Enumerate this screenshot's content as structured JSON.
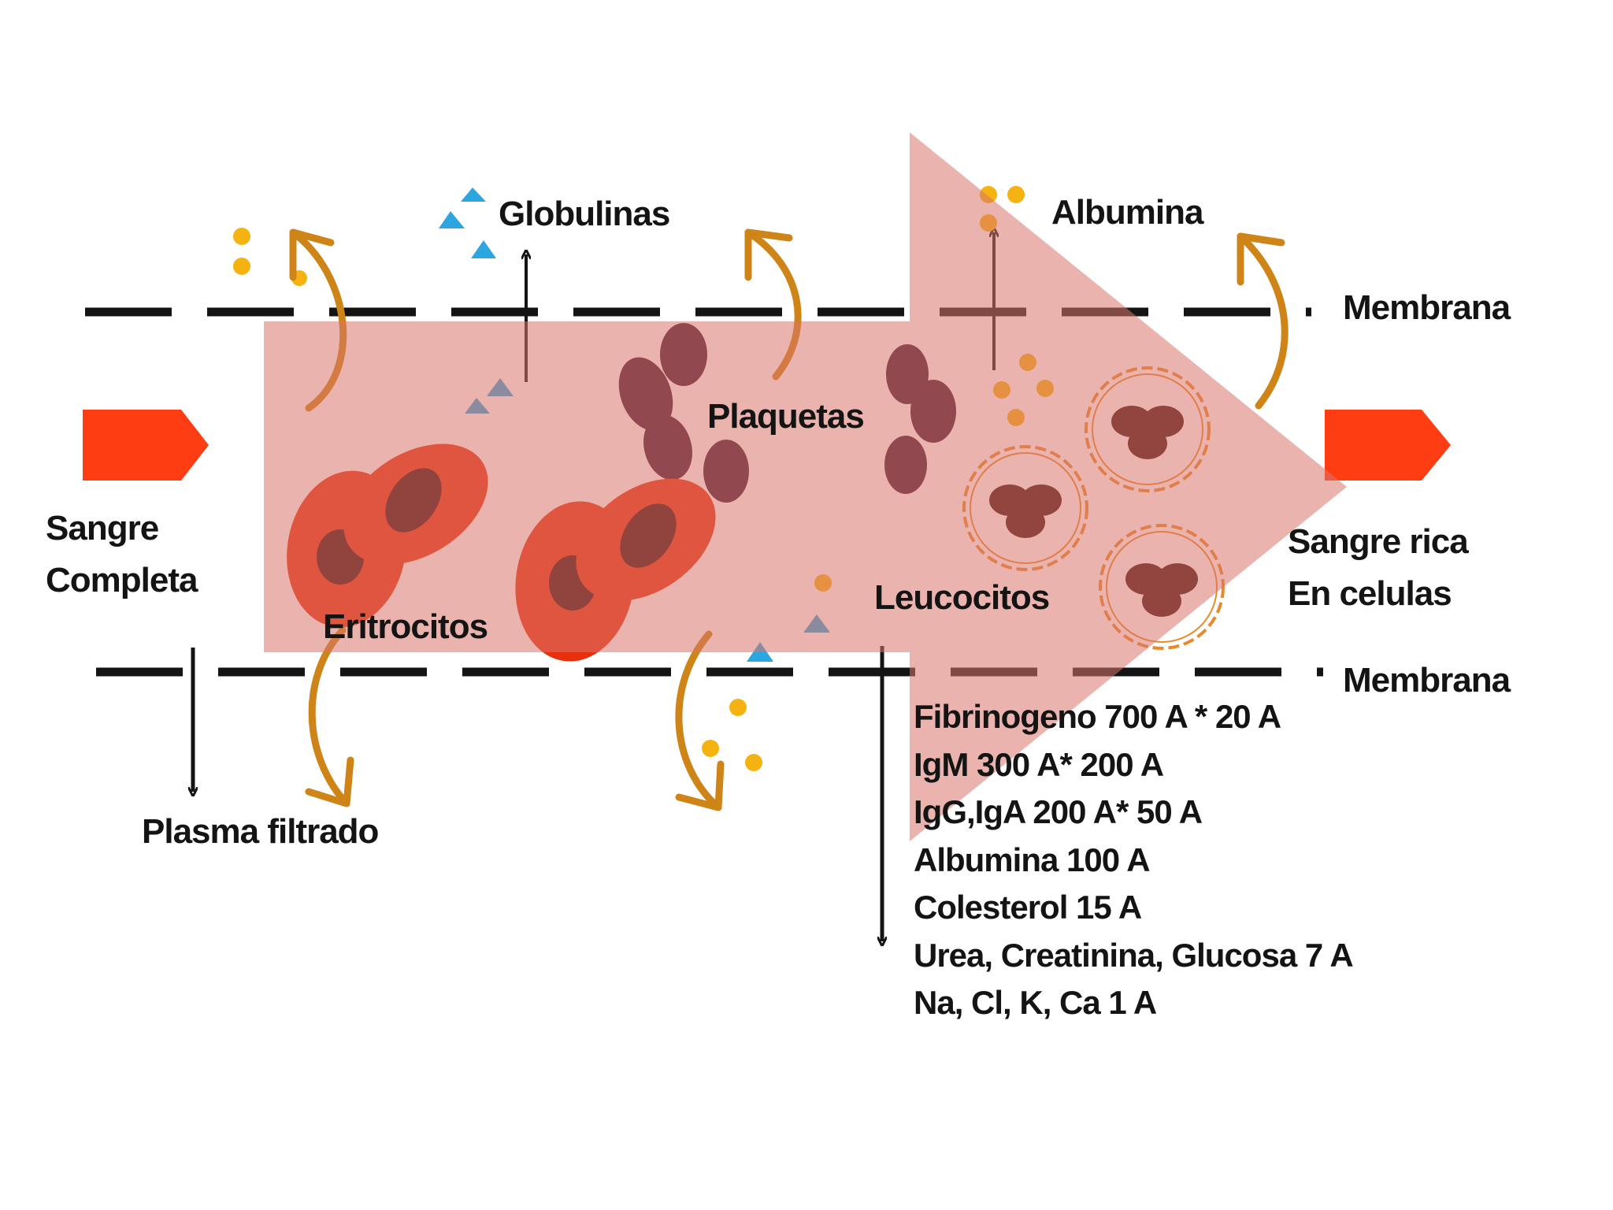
{
  "labels": {
    "globulinas": "Globulinas",
    "albumina_top": "Albumina",
    "membrana_top": "Membrana",
    "membrana_bottom": "Membrana",
    "sangre_completa": [
      "Sangre",
      "Completa"
    ],
    "sangre_rica": [
      "Sangre rica",
      "En celulas"
    ],
    "plaquetas": "Plaquetas",
    "eritrocitos": "Eritrocitos",
    "leucocitos": "Leucocitos",
    "plasma_filtrado": "Plasma filtrado"
  },
  "molecule_sizes": [
    "Fibrinogeno 700 A * 20 A",
    "IgM 300 A* 200 A",
    "IgG,IgA 200 A* 50 A",
    "Albumina  100 A",
    "Colesterol  15 A",
    "Urea, Creatinina,  Glucosa 7 A",
    "Na, Cl, K, Ca 1 A"
  ],
  "colors": {
    "big_arrow_overlay": "#d9746a",
    "inflow_arrow": "#ff3d12",
    "erythrocyte": "#e8300c",
    "erythrocyte_nucleus": "#3a0a0a",
    "platelet": "#3d1230",
    "leukocyte_outline": "#e88a2a",
    "leukocyte_nucleus": "#3d0a0a",
    "albumin_dot": "#f5b312",
    "globulin_triangle": "#2ca6df",
    "curved_arrow": "#cf8418",
    "membrane": "#141414"
  },
  "icons": {
    "flow_in": "pentagon-arrow-icon",
    "flow_out": "pentagon-arrow-icon",
    "globulin": "triangle-icon",
    "albumin": "dot-icon"
  }
}
